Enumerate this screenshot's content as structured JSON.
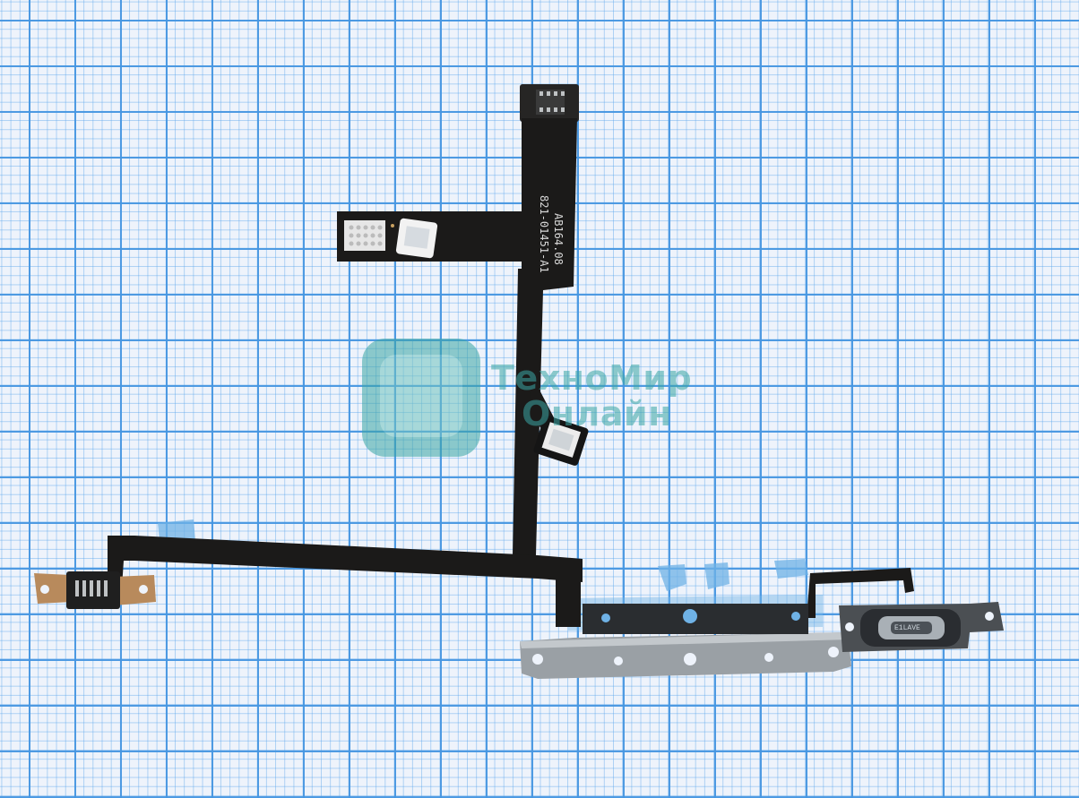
{
  "watermark": {
    "line1": "ТехноМир",
    "line2": "Онлайн"
  },
  "flex_cable_markings": {
    "part_code": "AB164.08",
    "part_number": "821-01451-A1",
    "connector_label": "E1LAVE"
  },
  "colors": {
    "grid_paper": "#eef3fb",
    "grid_line": "#4696e1",
    "flex_cable": "#1b1a19",
    "bracket": "#9aa0a5",
    "watermark": "#3aa5a4",
    "copper": "#b88a5c"
  }
}
